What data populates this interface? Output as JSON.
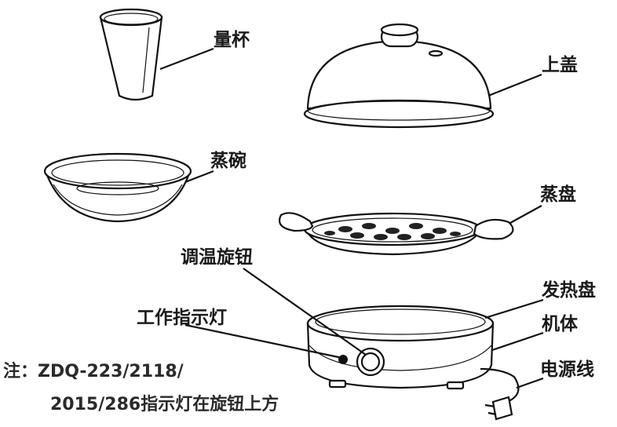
{
  "labels": {
    "measuring_cup": "量杯",
    "lid": "上盖",
    "steam_bowl": "蒸碗",
    "steam_tray": "蒸盘",
    "temp_knob": "调温旋钮",
    "indicator_light": "工作指示灯",
    "heating_plate": "发热盘",
    "body": "机体",
    "power_cord": "电源线"
  },
  "note": {
    "line1": "注：ZDQ-223/2118/",
    "line2": "2015/286指示灯在旋钮上方"
  }
}
